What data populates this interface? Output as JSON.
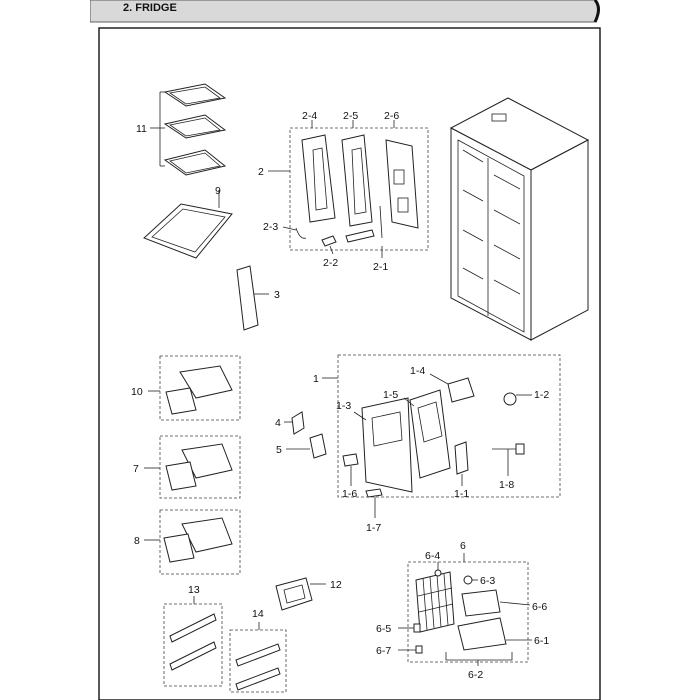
{
  "header": {
    "title": "2. FRIDGE"
  },
  "labels": {
    "l11": "11",
    "l9": "9",
    "l3": "3",
    "l2": "2",
    "l2_4": "2-4",
    "l2_5": "2-5",
    "l2_6": "2-6",
    "l2_3": "2-3",
    "l2_2": "2-2",
    "l2_1": "2-1",
    "l1": "1",
    "l1_4": "1-4",
    "l1_2": "1-2",
    "l1_5": "1-5",
    "l1_3": "1-3",
    "l4": "4",
    "l5": "5",
    "l1_6": "1-6",
    "l1_1": "1-1",
    "l1_8": "1-8",
    "l1_7": "1-7",
    "l10": "10",
    "l7": "7",
    "l8": "8",
    "l13": "13",
    "l14": "14",
    "l12": "12",
    "l6": "6",
    "l6_4": "6-4",
    "l6_3": "6-3",
    "l6_6": "6-6",
    "l6_5": "6-5",
    "l6_1": "6-1",
    "l6_7": "6-7",
    "l6_2": "6-2"
  },
  "icons": {
    "fridge": "side-by-side-refrigerator"
  }
}
